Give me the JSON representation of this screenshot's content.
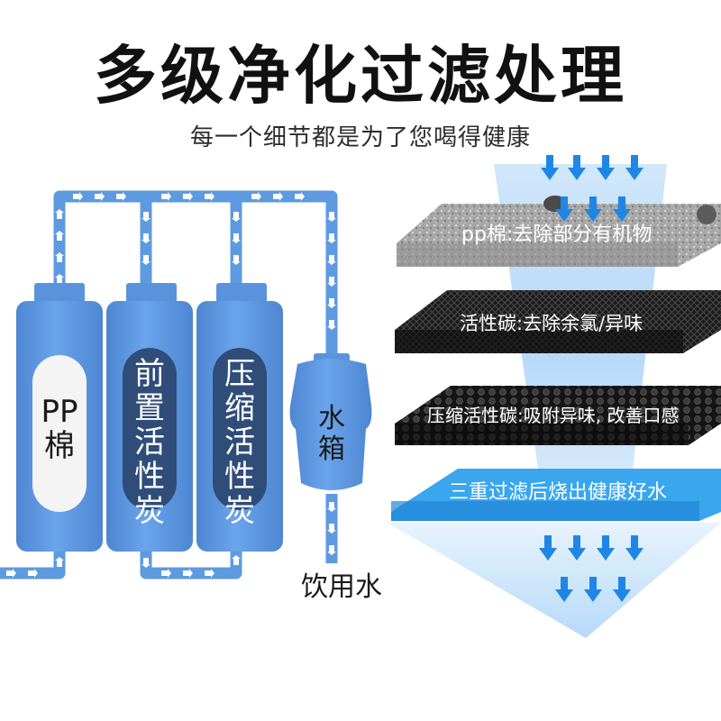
{
  "header": {
    "title": "多级净化过滤处理",
    "subtitle": "每一个细节都是为了您喝得健康"
  },
  "filters": [
    {
      "label": "PP棉"
    },
    {
      "label": "前置活性炭"
    },
    {
      "label": "压缩活性炭"
    }
  ],
  "tank": {
    "label": "水箱"
  },
  "outlet": {
    "label": "饮用水"
  },
  "layers": [
    {
      "label": "pp棉:去除部分有机物"
    },
    {
      "label": "活性碳:去除余氯/异味"
    },
    {
      "label": "压缩活性碳:吸附异味, 改善口感"
    },
    {
      "label": "三重过滤后烧出健康好水"
    }
  ],
  "colors": {
    "pipe": "#5d9ae0",
    "filter_body": "#5a93dc",
    "pp_core": "#f4f4f4",
    "carbon_core": "#2f4d78",
    "layer_text": "#ffffff",
    "final_layer": "#39a6ee",
    "arrow": "#1f86e6"
  },
  "icons": [
    "flow-arrow-icon",
    "down-arrow-icon"
  ]
}
